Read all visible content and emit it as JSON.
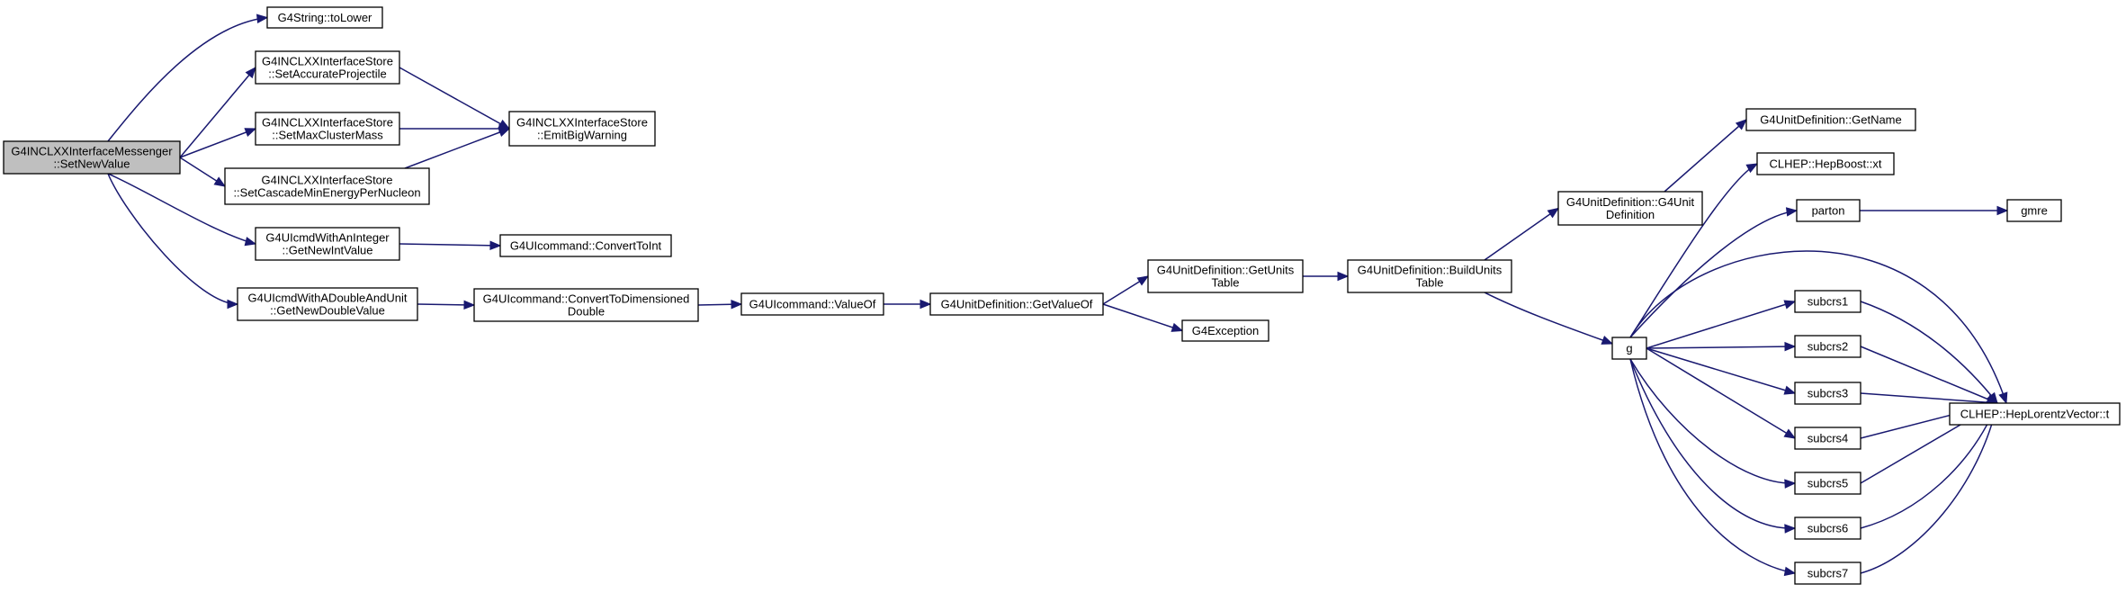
{
  "colors": {
    "edge": "#191970",
    "node_border": "#000000",
    "node_fill": "#ffffff",
    "root_fill": "#bfbfbf"
  },
  "nodes": {
    "root": {
      "lines": [
        "G4INCLXXInterfaceMessenger",
        "::SetNewValue"
      ]
    },
    "tolower": {
      "lines": [
        "G4String::toLower"
      ]
    },
    "setAccurate": {
      "lines": [
        "G4INCLXXInterfaceStore",
        "::SetAccurateProjectile"
      ]
    },
    "setMaxCluster": {
      "lines": [
        "G4INCLXXInterfaceStore",
        "::SetMaxClusterMass"
      ]
    },
    "setCascade": {
      "lines": [
        "G4INCLXXInterfaceStore",
        "::SetCascadeMinEnergyPerNucleon"
      ]
    },
    "getNewInt": {
      "lines": [
        "G4UIcmdWithAnInteger",
        "::GetNewIntValue"
      ]
    },
    "getNewDouble": {
      "lines": [
        "G4UIcmdWithADoubleAndUnit",
        "::GetNewDoubleValue"
      ]
    },
    "emitBig": {
      "lines": [
        "G4INCLXXInterfaceStore",
        "::EmitBigWarning"
      ]
    },
    "convertToInt": {
      "lines": [
        "G4UIcommand::ConvertToInt"
      ]
    },
    "convertToDim": {
      "lines": [
        "G4UIcommand::ConvertToDimensioned",
        "Double"
      ]
    },
    "valueOf": {
      "lines": [
        "G4UIcommand::ValueOf"
      ]
    },
    "getValueOf": {
      "lines": [
        "G4UnitDefinition::GetValueOf"
      ]
    },
    "getUnitsTable": {
      "lines": [
        "G4UnitDefinition::GetUnits",
        "Table"
      ]
    },
    "g4exception": {
      "lines": [
        "G4Exception"
      ]
    },
    "buildUnitsTable": {
      "lines": [
        "G4UnitDefinition::BuildUnits",
        "Table"
      ]
    },
    "g4unitDef": {
      "lines": [
        "G4UnitDefinition::G4Unit",
        "Definition"
      ]
    },
    "getName": {
      "lines": [
        "G4UnitDefinition::GetName"
      ]
    },
    "hepBoost": {
      "lines": [
        "CLHEP::HepBoost::xt"
      ]
    },
    "g": {
      "lines": [
        "g"
      ]
    },
    "parton": {
      "lines": [
        "parton"
      ]
    },
    "gmre": {
      "lines": [
        "gmre"
      ]
    },
    "subcrs1": {
      "lines": [
        "subcrs1"
      ]
    },
    "subcrs2": {
      "lines": [
        "subcrs2"
      ]
    },
    "subcrs3": {
      "lines": [
        "subcrs3"
      ]
    },
    "subcrs4": {
      "lines": [
        "subcrs4"
      ]
    },
    "subcrs5": {
      "lines": [
        "subcrs5"
      ]
    },
    "subcrs6": {
      "lines": [
        "subcrs6"
      ]
    },
    "subcrs7": {
      "lines": [
        "subcrs7"
      ]
    },
    "hepLorentz": {
      "lines": [
        "CLHEP::HepLorentzVector::t"
      ]
    }
  },
  "edges": [
    [
      "root",
      "tolower"
    ],
    [
      "root",
      "setAccurate"
    ],
    [
      "root",
      "setMaxCluster"
    ],
    [
      "root",
      "setCascade"
    ],
    [
      "root",
      "getNewInt"
    ],
    [
      "root",
      "getNewDouble"
    ],
    [
      "setAccurate",
      "emitBig"
    ],
    [
      "setMaxCluster",
      "emitBig"
    ],
    [
      "setCascade",
      "emitBig"
    ],
    [
      "getNewInt",
      "convertToInt"
    ],
    [
      "getNewDouble",
      "convertToDim"
    ],
    [
      "convertToDim",
      "valueOf"
    ],
    [
      "valueOf",
      "getValueOf"
    ],
    [
      "getValueOf",
      "getUnitsTable"
    ],
    [
      "getValueOf",
      "g4exception"
    ],
    [
      "getUnitsTable",
      "buildUnitsTable"
    ],
    [
      "buildUnitsTable",
      "g4unitDef"
    ],
    [
      "buildUnitsTable",
      "g"
    ],
    [
      "g4unitDef",
      "getName"
    ],
    [
      "g",
      "hepBoost"
    ],
    [
      "g",
      "parton"
    ],
    [
      "g",
      "hepLorentz"
    ],
    [
      "g",
      "subcrs1"
    ],
    [
      "g",
      "subcrs2"
    ],
    [
      "g",
      "subcrs3"
    ],
    [
      "g",
      "subcrs4"
    ],
    [
      "g",
      "subcrs5"
    ],
    [
      "g",
      "subcrs6"
    ],
    [
      "g",
      "subcrs7"
    ],
    [
      "parton",
      "gmre"
    ],
    [
      "subcrs1",
      "hepLorentz"
    ],
    [
      "subcrs2",
      "hepLorentz"
    ],
    [
      "subcrs3",
      "hepLorentz"
    ],
    [
      "subcrs4",
      "hepLorentz"
    ],
    [
      "subcrs5",
      "hepLorentz"
    ],
    [
      "subcrs6",
      "hepLorentz"
    ],
    [
      "subcrs7",
      "hepLorentz"
    ]
  ]
}
